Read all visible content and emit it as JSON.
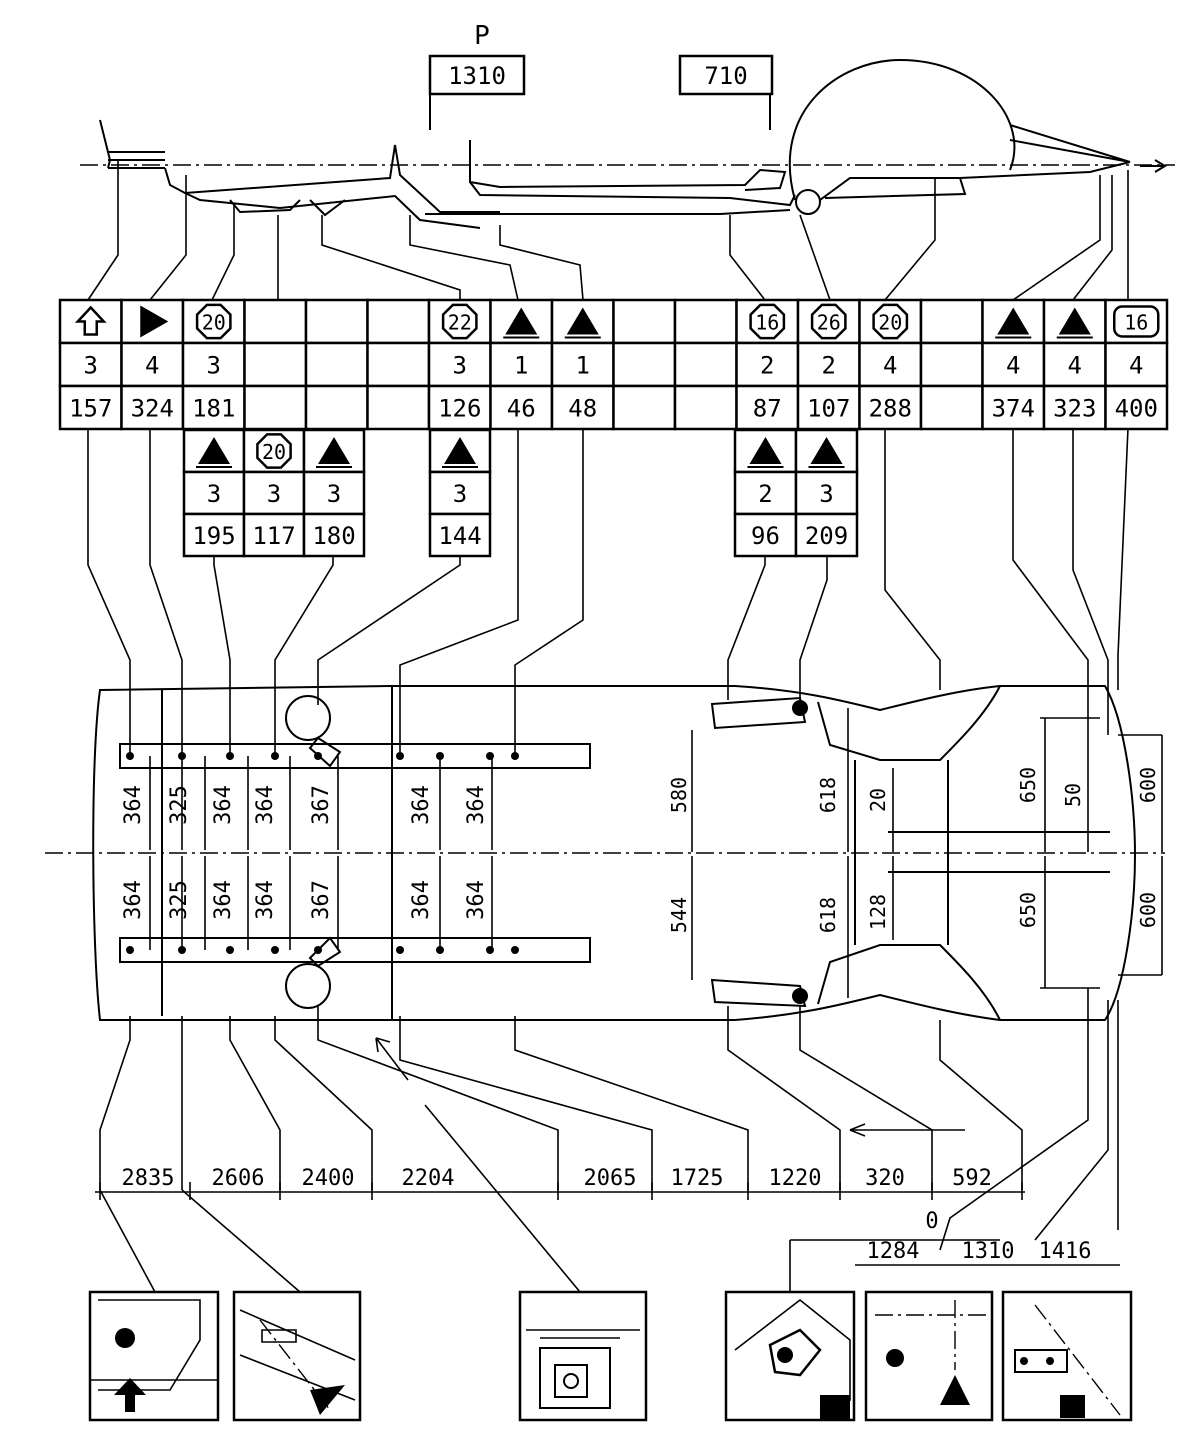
{
  "side_view": {
    "label_p": "P",
    "dim_left": "1310",
    "dim_right": "710"
  },
  "upper_table": {
    "columns": [
      {
        "icon": "arrow-up",
        "count": "3",
        "ref": "157"
      },
      {
        "icon": "triangle-right",
        "count": "4",
        "ref": "324"
      },
      {
        "icon": "hex",
        "hex": "20",
        "count": "3",
        "ref": "181"
      },
      {
        "icon": "",
        "count": "",
        "ref": ""
      },
      {
        "icon": "",
        "count": "",
        "ref": ""
      },
      {
        "icon": "",
        "count": "",
        "ref": ""
      },
      {
        "icon": "hex",
        "hex": "22",
        "count": "3",
        "ref": "126"
      },
      {
        "icon": "triangle",
        "count": "1",
        "ref": "46"
      },
      {
        "icon": "triangle",
        "count": "1",
        "ref": "48"
      },
      {
        "icon": "",
        "count": "",
        "ref": ""
      },
      {
        "icon": "",
        "count": "",
        "ref": ""
      },
      {
        "icon": "hex",
        "hex": "16",
        "count": "2",
        "ref": "87"
      },
      {
        "icon": "hex",
        "hex": "26",
        "count": "2",
        "ref": "107"
      },
      {
        "icon": "hex",
        "hex": "20",
        "count": "4",
        "ref": "288"
      },
      {
        "icon": "",
        "count": "",
        "ref": ""
      },
      {
        "icon": "triangle",
        "count": "4",
        "ref": "374"
      },
      {
        "icon": "triangle",
        "count": "4",
        "ref": "323"
      },
      {
        "icon": "rounded",
        "hex": "16",
        "count": "4",
        "ref": "400"
      }
    ]
  },
  "lower_table_left": [
    {
      "icon": "triangle",
      "count": "3",
      "ref": "195"
    },
    {
      "icon": "hex",
      "hex": "20",
      "count": "3",
      "ref": "117"
    },
    {
      "icon": "triangle",
      "count": "3",
      "ref": "180"
    }
  ],
  "lower_table_mid": [
    {
      "icon": "triangle",
      "count": "3",
      "ref": "144"
    }
  ],
  "lower_table_right": [
    {
      "icon": "triangle",
      "count": "2",
      "ref": "96"
    },
    {
      "icon": "triangle",
      "count": "3",
      "ref": "209"
    }
  ],
  "plan_view": {
    "dims_upper": [
      "364",
      "325",
      "364",
      "364",
      "367",
      "364",
      "364"
    ],
    "dims_lower": [
      "364",
      "325",
      "364",
      "364",
      "367",
      "364",
      "364"
    ],
    "dim_580": "580",
    "dim_544": "544",
    "dim_618_top": "618",
    "dim_618_bottom": "618",
    "dim_20": "20",
    "dim_128": "128",
    "dim_650_top": "650",
    "dim_650_bottom": "650",
    "dim_50": "50",
    "dim_600_top": "600",
    "dim_600_bottom": "600"
  },
  "longitudinal_dims": [
    "2835",
    "2606",
    "2400",
    "2204",
    "2065",
    "1725",
    "1220",
    "320",
    "592"
  ],
  "zero_label": "0",
  "rear_dims": [
    "1284",
    "1310",
    "1416"
  ]
}
